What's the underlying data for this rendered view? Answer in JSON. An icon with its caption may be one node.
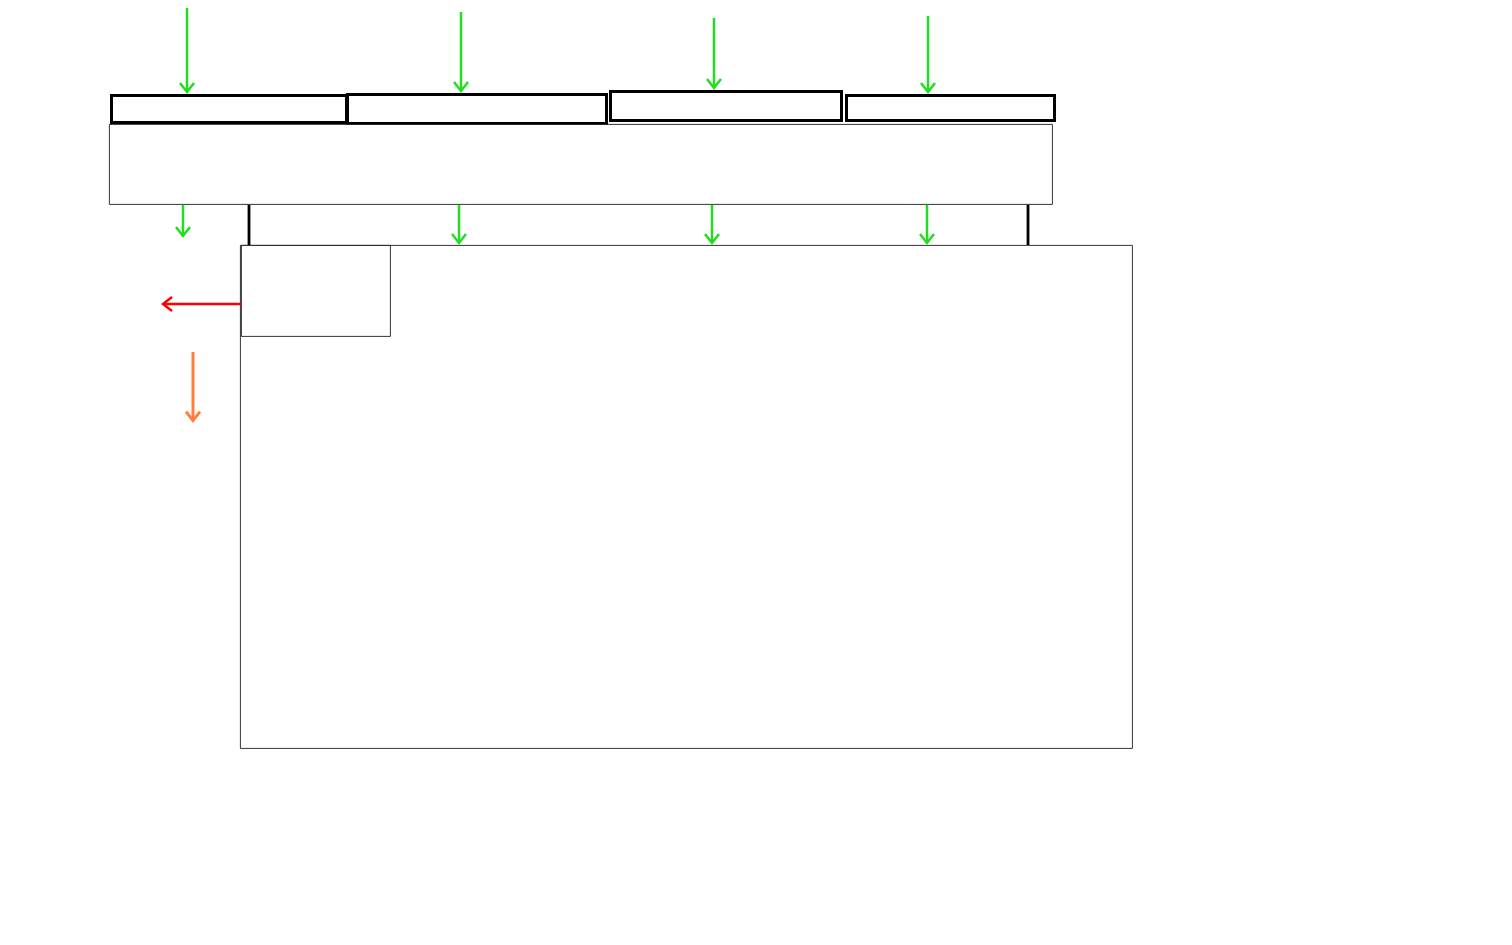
{
  "diagram": {
    "nodes": [
      {
        "text": [],
        "shape": "box"
      },
      {
        "text": [],
        "shape": "box"
      },
      {
        "text": [],
        "shape": "box"
      },
      {
        "text": [],
        "shape": "box"
      },
      {
        "text": [],
        "shape": "box"
      },
      {
        "text": [],
        "shape": "box"
      },
      {
        "text": [],
        "shape": "box",
        "in": 5
      }
    ],
    "edges": [
      {
        "from": null,
        "to": 0,
        "arrow": "to"
      },
      {
        "from": null,
        "to": 1,
        "arrow": "to"
      },
      {
        "from": null,
        "to": 2,
        "arrow": "to"
      },
      {
        "from": null,
        "to": 3,
        "arrow": "to"
      },
      {
        "from": 4,
        "to": null,
        "arrow": "to"
      },
      {
        "from": 4,
        "to": 5,
        "arrow": "to"
      },
      {
        "from": 4,
        "to": 5,
        "arrow": "to"
      },
      {
        "from": 4,
        "to": 5,
        "arrow": "to"
      },
      {
        "from": 4,
        "to": 5,
        "arrow": "none",
        "color": "#000000"
      },
      {
        "from": 4,
        "to": 5,
        "arrow": "none",
        "color": "#000000"
      },
      {
        "from": 6,
        "to": null,
        "arrow": "to",
        "color": "#ff0000"
      }
    ]
  }
}
